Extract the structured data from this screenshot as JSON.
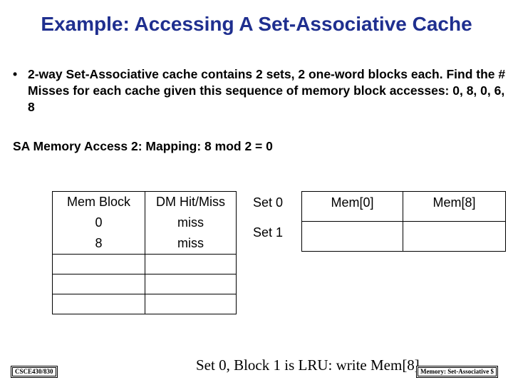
{
  "title": "Example: Accessing A Set-Associative Cache",
  "bullet": {
    "marker": "•",
    "text": "2-way Set-Associative cache contains 2 sets, 2 one-word blocks each. Find the # Misses for each cache given this sequence of memory block accesses: 0, 8, 0, 6, 8"
  },
  "sa_line": "SA Memory Access 2:  Mapping: 8 mod 2 = 0",
  "access_table": {
    "headers": [
      "Mem Block",
      "DM Hit/Miss"
    ],
    "rows": [
      [
        "0",
        "miss"
      ],
      [
        "8",
        "miss"
      ]
    ]
  },
  "cache": {
    "set0_label": "Set 0",
    "set1_label": "Set 1",
    "set0_block0": "Mem[0]",
    "set0_block1": "Mem[8]"
  },
  "bottom_note": "Set 0, Block 1 is LRU: write Mem[8]",
  "footer_left": "CSCE430/830",
  "footer_right": "Memory: Set-Associative $"
}
